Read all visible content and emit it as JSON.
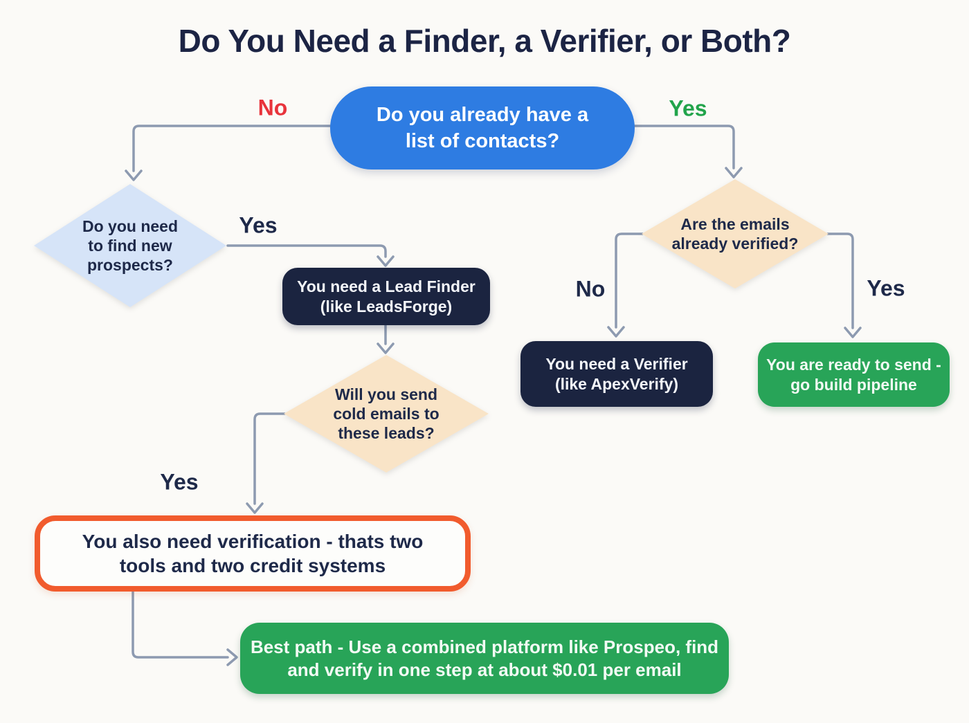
{
  "title": "Do You Need a Finder, a Verifier, or Both?",
  "nodes": {
    "start": {
      "label": "Do you already have a\nlist of contacts?"
    },
    "need_prospects": {
      "label": "Do you need\nto find new\nprospects?"
    },
    "lead_finder": {
      "label": "You need a Lead Finder\n(like LeadsForge)"
    },
    "cold_emails": {
      "label": "Will you send\ncold emails to\nthese leads?"
    },
    "emails_verified": {
      "label": "Are the emails\nalready verified?"
    },
    "verifier": {
      "label": "You need a Verifier\n(like ApexVerify)"
    },
    "ready_to_send": {
      "label": "You are ready to send -\ngo build pipeline"
    },
    "need_verification": {
      "label": "You also need verification - thats two\ntools and two credit systems"
    },
    "best_path": {
      "label": "Best path - Use a combined platform like Prospeo, find\nand verify in one step at about $0.01 per email"
    }
  },
  "edge_labels": {
    "no_contacts": "No",
    "yes_contacts": "Yes",
    "yes_prospects": "Yes",
    "no_verified": "No",
    "yes_verified": "Yes",
    "yes_cold": "Yes"
  },
  "colors": {
    "accent_blue": "#2e7ce2",
    "navy": "#1b2440",
    "title_navy": "#1c2444",
    "text_navy": "#1e2949",
    "green": "#28a458",
    "green_label": "#22a44b",
    "red_label": "#e8333b",
    "orange": "#f15b2d",
    "light_blue": "#d6e4f8",
    "peach": "#f9e4c7",
    "connector": "#8d9ab0"
  }
}
